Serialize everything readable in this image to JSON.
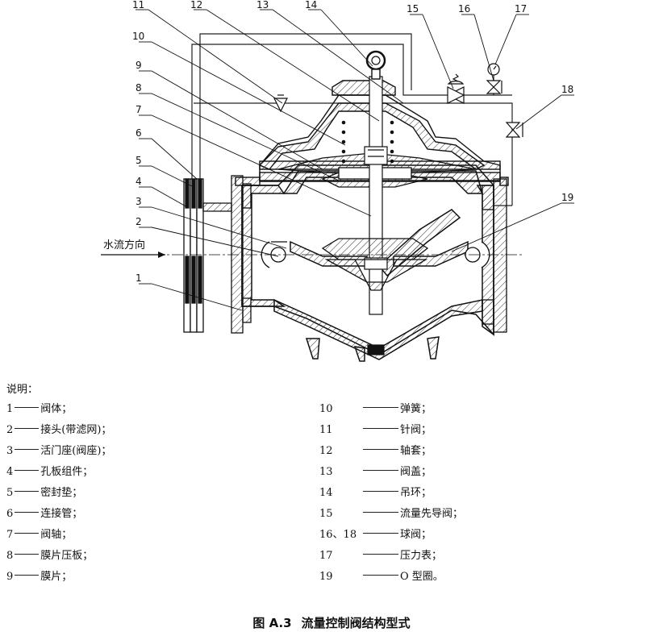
{
  "figure": {
    "flow_label": "水流方向",
    "callout_numbers": [
      "1",
      "2",
      "3",
      "4",
      "5",
      "6",
      "7",
      "8",
      "9",
      "10",
      "11",
      "12",
      "13",
      "14",
      "15",
      "16",
      "17",
      "18",
      "19"
    ]
  },
  "legend": {
    "heading": "说明：",
    "left_items": [
      {
        "num": "1",
        "text": "阀体；"
      },
      {
        "num": "2",
        "text": "接头(带滤网)；"
      },
      {
        "num": "3",
        "text": "活门座(阀座)；"
      },
      {
        "num": "4",
        "text": "孔板组件；"
      },
      {
        "num": "5",
        "text": "密封垫；"
      },
      {
        "num": "6",
        "text": "连接管；"
      },
      {
        "num": "7",
        "text": "阀轴；"
      },
      {
        "num": "8",
        "text": "膜片压板；"
      },
      {
        "num": "9",
        "text": "膜片；"
      }
    ],
    "right_items": [
      {
        "num": "10",
        "text": "弹簧；"
      },
      {
        "num": "11",
        "text": "针阀；"
      },
      {
        "num": "12",
        "text": "轴套；"
      },
      {
        "num": "13",
        "text": "阀盖；"
      },
      {
        "num": "14",
        "text": "吊环；"
      },
      {
        "num": "15",
        "text": "流量先导阀；"
      },
      {
        "num": "16、18",
        "text": "球阀；"
      },
      {
        "num": "17",
        "text": "压力表；"
      },
      {
        "num": "19",
        "text": "O 型圈。"
      }
    ]
  },
  "caption": {
    "figure_no": "图 A.3",
    "title": "流量控制阀结构型式"
  }
}
